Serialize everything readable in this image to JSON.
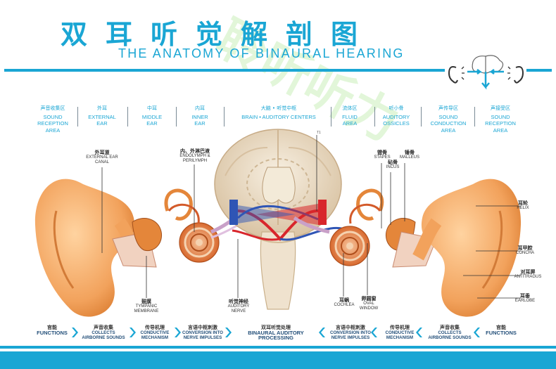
{
  "header": {
    "title_cn": "双耳听觉解剖图",
    "title_en": "THE ANATOMY OF BINAURAL HEARING",
    "watermark_text": "聆听听力"
  },
  "columns": [
    {
      "cn": "声音收集区",
      "en": "SOUND\nRECEPTION\nAREA"
    },
    {
      "cn": "外耳",
      "en": "EXTERNAL\nEAR"
    },
    {
      "cn": "中耳",
      "en": "MIDDLE\nEAR"
    },
    {
      "cn": "内耳",
      "en": "INNER\nEAR"
    },
    {
      "cn": "大脑 • 听觉中枢",
      "en": "BRAIN • AUDITORY CENTERS"
    },
    {
      "cn": "流体区",
      "en": "FLUID\nAREA"
    },
    {
      "cn": "听小骨",
      "en": "AUDITORY\nOSSICLES"
    },
    {
      "cn": "声传导区",
      "en": "SOUND\nCONDUCTION\nAREA"
    },
    {
      "cn": "声接受区",
      "en": "SOUND\nRECEPTION\nAREA"
    }
  ],
  "labels": {
    "external_canal": {
      "cn": "外耳道",
      "en": "EXTERNAL EAR\nCANAL"
    },
    "endolymph": {
      "cn": "内、外淋巴液",
      "en": "ENDOLYMPH &\nPERILYMPH"
    },
    "t1": "T1",
    "stapes": {
      "cn": "镫骨",
      "en": "STAPES"
    },
    "incus": {
      "cn": "砧骨",
      "en": "INCUS"
    },
    "malleus": {
      "cn": "锤骨",
      "en": "MALLEUS"
    },
    "helix": {
      "cn": "耳轮",
      "en": "HELIX"
    },
    "concha": {
      "cn": "耳甲腔",
      "en": "CONCHA"
    },
    "antitragus": {
      "cn": "对耳屏",
      "en": "ANTITRAGUS"
    },
    "earlobe": {
      "cn": "耳垂",
      "en": "EARLOBE"
    },
    "tympanic": {
      "cn": "鼓膜",
      "en": "TYMPANIC\nMEMBRANE"
    },
    "auditory_nerve": {
      "cn": "听觉神经",
      "en": "AUDITORY\nNERVE"
    },
    "cochlea": {
      "cn": "耳蜗",
      "en": "COCHLEA"
    },
    "oval_window": {
      "cn": "卵圆窗",
      "en": "OVAL\nWINDOW"
    }
  },
  "functions": [
    {
      "cn": "官能",
      "en": "FUNCTIONS"
    },
    {
      "cn": "声音收集",
      "en": "COLLECTS\nAIRBORNE SOUNDS"
    },
    {
      "cn": "传导机理",
      "en": "CONDUCTIVE\nMECHANISM"
    },
    {
      "cn": "言语中枢刺激",
      "en": "CONVERSION INTO\nNERVE IMPULSES"
    },
    {
      "cn": "双耳听觉处理",
      "en": "BINAURAL AUDITORY PROCESSING"
    },
    {
      "cn": "言语中枢刺激",
      "en": "CONVERSION INTO\nNERVE IMPULSES"
    },
    {
      "cn": "传导机理",
      "en": "CONDUCTIVE\nMECHANISM"
    },
    {
      "cn": "声音收集",
      "en": "COLLECTS\nAIRBORNE SOUNDS"
    },
    {
      "cn": "官能",
      "en": "FUNCTIONS"
    }
  ],
  "colors": {
    "accent": "#1aa6d4",
    "skin": "#f2a25c",
    "skin_dark": "#d97a2e",
    "cochlea": "#e3702a",
    "brain": "#e9ddc9",
    "nerve_red": "#d8262c",
    "nerve_blue": "#2f55b5"
  },
  "icons": [
    "ear-left-icon",
    "brain-icon",
    "ear-right-icon",
    "arrow-down-icon"
  ]
}
